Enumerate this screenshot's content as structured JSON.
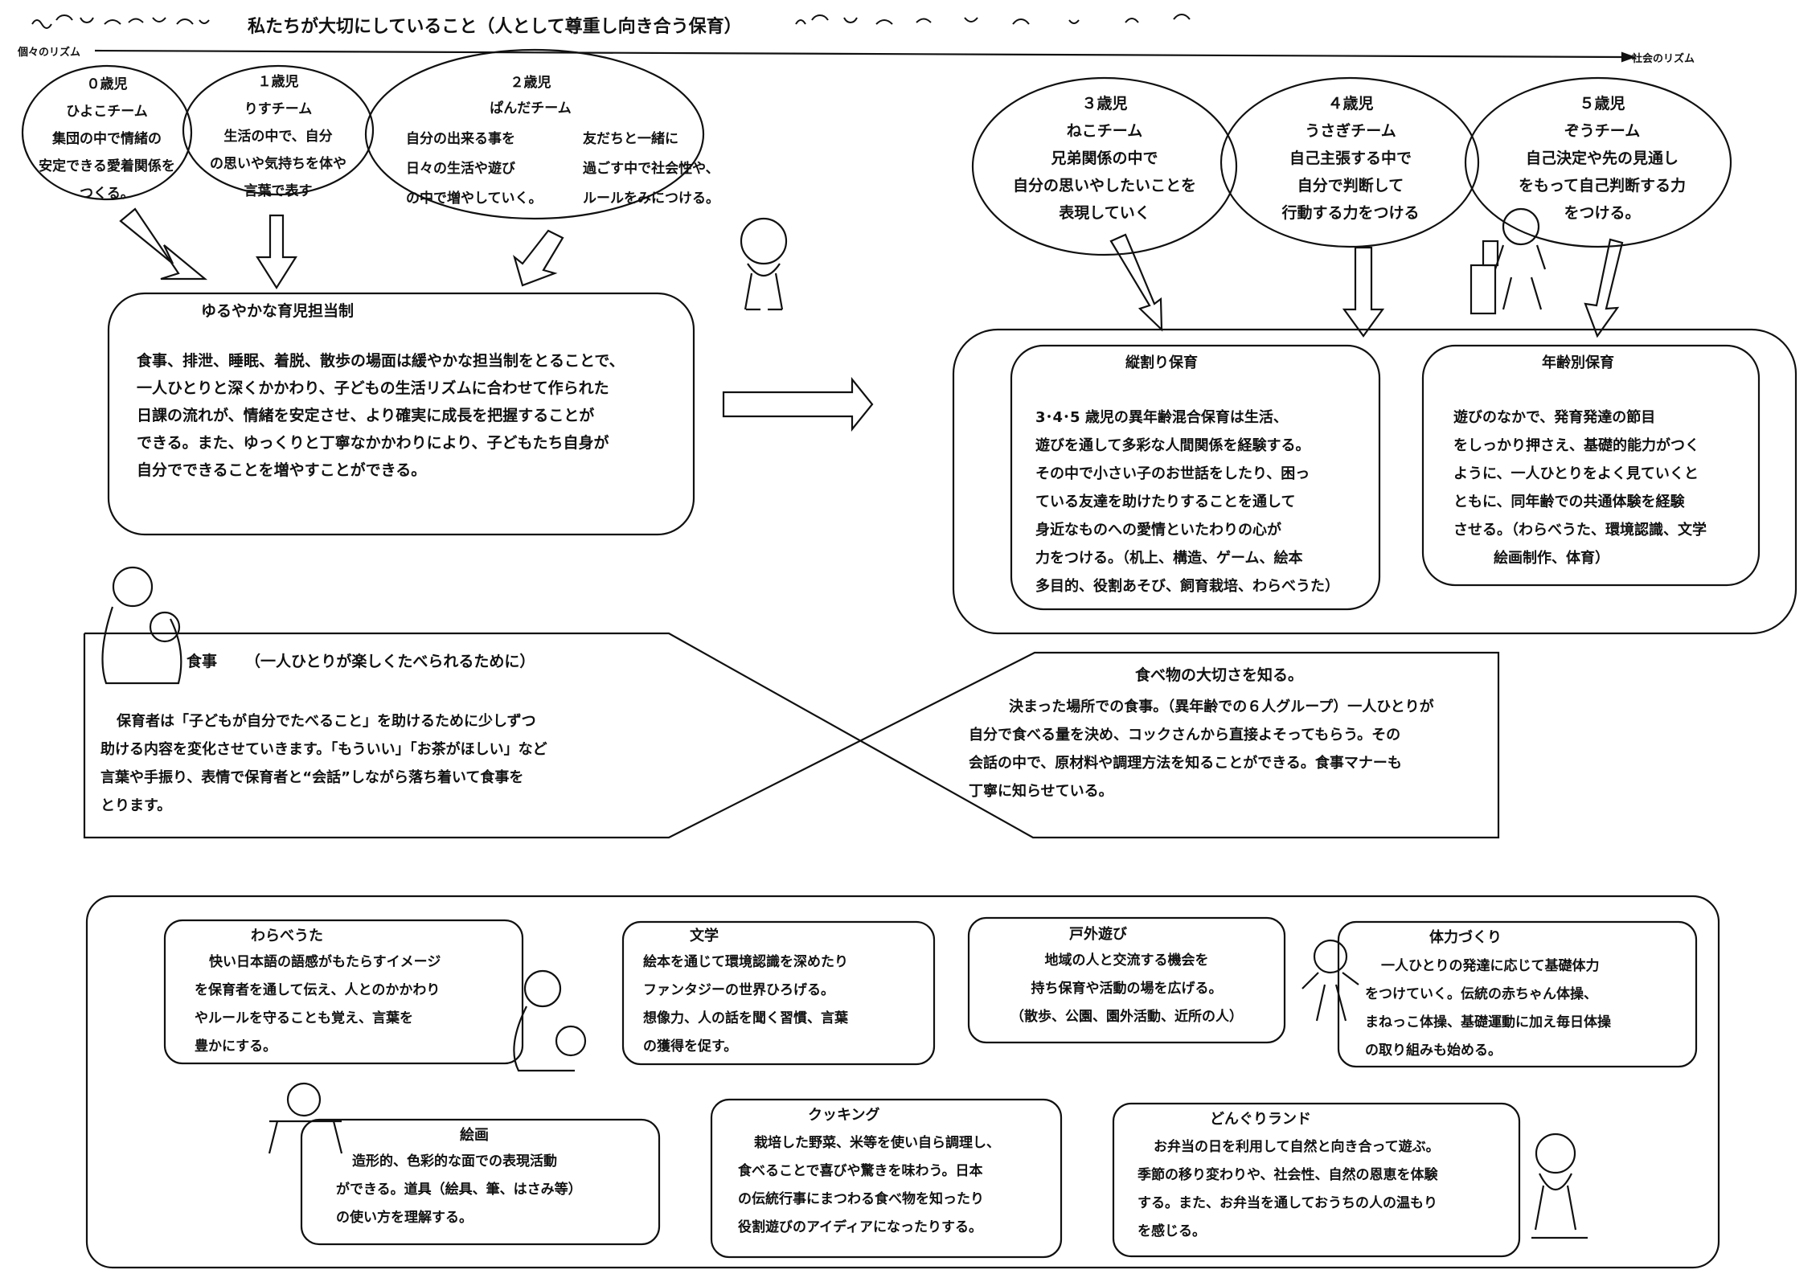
{
  "header": {
    "title": "私たちが大切にしていること（人として尊重し向き合う保育）",
    "rhythm_left": "個々のリズム",
    "rhythm_right": "社会のリズム"
  },
  "age_groups": {
    "age0": {
      "age": "０歳児",
      "team": "ひよこチーム",
      "lines": [
        "集団の中で情緒の",
        "安定できる愛着関係を",
        "つくる。"
      ]
    },
    "age1": {
      "age": "１歳児",
      "team": "りすチーム",
      "lines": [
        "生活の中で、自分",
        "の思いや気持ちを体や",
        "言葉で表す"
      ]
    },
    "age2": {
      "age": "２歳児",
      "team": "ぱんだチーム",
      "lines_left": [
        "自分の出来る事を",
        "日々の生活や遊び",
        "の中で増やしていく。"
      ],
      "lines_right": [
        "友だちと一緒に",
        "過ごす中で社会性や、",
        "ルールをみにつける。"
      ]
    },
    "age3": {
      "age": "３歳児",
      "team": "ねこチーム",
      "lines": [
        "兄弟関係の中で",
        "自分の思いやしたいことを",
        "表現していく"
      ]
    },
    "age4": {
      "age": "４歳児",
      "team": "うさぎチーム",
      "lines": [
        "自己主張する中で",
        "自分で判断して",
        "行動する力をつける"
      ]
    },
    "age5": {
      "age": "５歳児",
      "team": "ぞうチーム",
      "lines": [
        "自己決定や先の見通し",
        "をもって自己判断する力",
        "をつける。"
      ]
    }
  },
  "yuruyaka": {
    "title": "ゆるやかな育児担当制",
    "lines": [
      "食事、排泄、睡眠、着脱、散歩の場面は緩やかな担当制をとることで、",
      "一人ひとりと深くかかわり、子どもの生活リズムに合わせて作られた",
      "日課の流れが、情緒を安定させ、より確実に成長を把握することが",
      "できる。また、ゆっくりと丁寧なかかわりにより、子どもたち自身が",
      "自分でできることを増やすことができる。"
    ]
  },
  "tatewari": {
    "title": "縦割り保育",
    "lines": [
      "3･4･5 歳児の異年齢混合保育は生活、",
      "遊びを通して多彩な人間関係を経験する。",
      "その中で小さい子のお世話をしたり、困っ",
      "ている友達を助けたりすることを通して",
      "身近なものへの愛情といたわりの心が",
      "力をつける。（机上、構造、ゲーム、絵本",
      "多目的、役割あそび、飼育栽培、わらべうた）"
    ]
  },
  "nenreibetsu": {
    "title": "年齢別保育",
    "lines": [
      "遊びのなかで、発育発達の節目",
      "をしっかり押さえ、基礎的能力がつく",
      "ように、一人ひとりをよく見ていくと",
      "ともに、同年齢での共通体験を経験",
      "させる。（わらべうた、環境認識、文学",
      "絵画制作、体育）"
    ]
  },
  "shokuji": {
    "title": "食事",
    "subtitle": "（一人ひとりが楽しくたべられるために）",
    "lines": [
      "保育者は「子どもが自分でたべること」を助けるために少しずつ",
      "助ける内容を変化させていきます。「もういい」「お茶がほしい」など",
      "言葉や手振り、表情で保育者と“会話”しながら落ち着いて食事を",
      "とります。"
    ]
  },
  "tabemono": {
    "title": "食べ物の大切さを知る。",
    "lines": [
      "決まった場所での食事。（異年齢での６人グループ）一人ひとりが",
      "自分で食べる量を決め、コックさんから直接よそってもらう。その",
      "会話の中で、原材料や調理方法を知ることができる。食事マナーも",
      "丁寧に知らせている。"
    ]
  },
  "activities": {
    "warabeuta": {
      "title": "わらべうた",
      "lines": [
        "快い日本語の語感がもたらすイメージ",
        "を保育者を通して伝え、人とのかかわり",
        "やルールを守ることも覚え、言葉を",
        "豊かにする。"
      ]
    },
    "bungaku": {
      "title": "文学",
      "lines": [
        "絵本を通じて環境認識を深めたり",
        "ファンタジーの世界ひろげる。",
        "想像力、人の話を聞く習慣、言葉",
        "の獲得を促す。"
      ]
    },
    "kogai": {
      "title": "戸外遊び",
      "lines": [
        "地域の人と交流する機会を",
        "持ち保育や活動の場を広げる。",
        "（散歩、公園、園外活動、近所の人）"
      ]
    },
    "tairyoku": {
      "title": "体力づくり",
      "lines": [
        "一人ひとりの発達に応じて基礎体力",
        "をつけていく。伝統の赤ちゃん体操、",
        "まねっこ体操、基礎運動に加え毎日体操",
        "の取り組みも始める。"
      ]
    },
    "kaiga": {
      "title": "絵画",
      "lines": [
        "造形的、色彩的な面での表現活動",
        "ができる。道具（絵具、筆、はさみ等）",
        "の使い方を理解する。"
      ]
    },
    "cooking": {
      "title": "クッキング",
      "lines": [
        "栽培した野菜、米等を使い自ら調理し、",
        "食べることで喜びや驚きを味わう。日本",
        "の伝統行事にまつわる食べ物を知ったり",
        "役割遊びのアイディアになったりする。"
      ]
    },
    "donguri": {
      "title": "どんぐりランド",
      "lines": [
        "お弁当の日を利用して自然と向き合って遊ぶ。",
        "季節の移り変わりや、社会性、自然の恩恵を体験",
        "する。また、お弁当を通しておうちの人の温もり",
        "を感じる。"
      ]
    }
  },
  "icons": [
    "flower-garland-decoration",
    "child-figure-icon",
    "caregiver-with-baby-icon",
    "child-with-blocks-icon",
    "running-child-icon",
    "caregiver-singing-icon",
    "child-drawing-icon",
    "child-cooking-icon"
  ],
  "colors": {
    "ink": "#111111",
    "paper": "#ffffff"
  }
}
